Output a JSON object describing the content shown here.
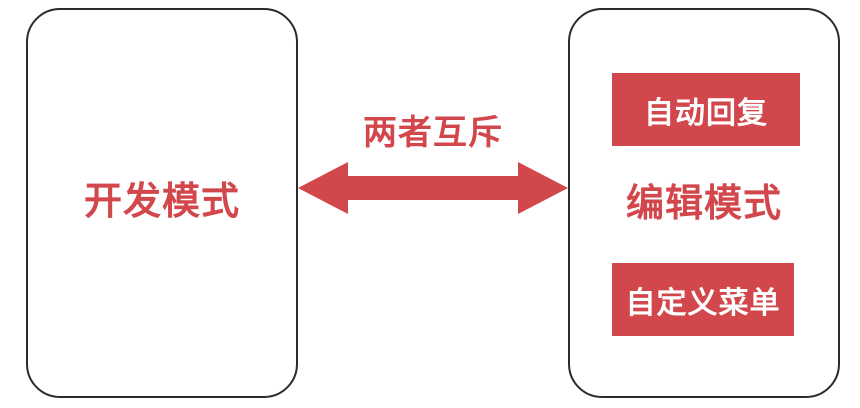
{
  "left_panel": {
    "label": "开发模式"
  },
  "connector": {
    "label": "两者互斥"
  },
  "right_panel": {
    "label": "编辑模式",
    "boxes": [
      {
        "label": "自动回复"
      },
      {
        "label": "自定义菜单"
      }
    ]
  },
  "colors": {
    "accent": "#d2474b",
    "border": "#2b2b2b",
    "background": "#ffffff"
  }
}
